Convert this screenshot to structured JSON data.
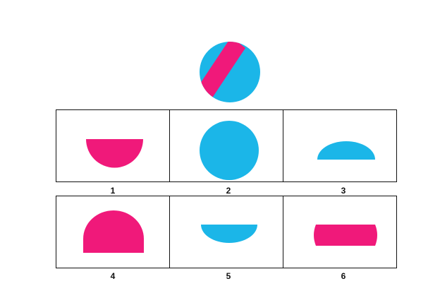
{
  "colors": {
    "pink": "#F0197A",
    "blue": "#1BB6E8",
    "frame": "#111111"
  },
  "question": {
    "shape": "circle",
    "description_colors": [
      "blue",
      "pink"
    ]
  },
  "options": [
    {
      "label": "1",
      "shape": "half-circle-bottom",
      "color": "pink"
    },
    {
      "label": "2",
      "shape": "full-circle",
      "color": "blue"
    },
    {
      "label": "3",
      "shape": "half-circle-top",
      "color": "blue"
    },
    {
      "label": "4",
      "shape": "large-dome",
      "color": "pink"
    },
    {
      "label": "5",
      "shape": "half-circle-bottom",
      "color": "blue"
    },
    {
      "label": "6",
      "shape": "barrel-band",
      "color": "pink"
    }
  ]
}
